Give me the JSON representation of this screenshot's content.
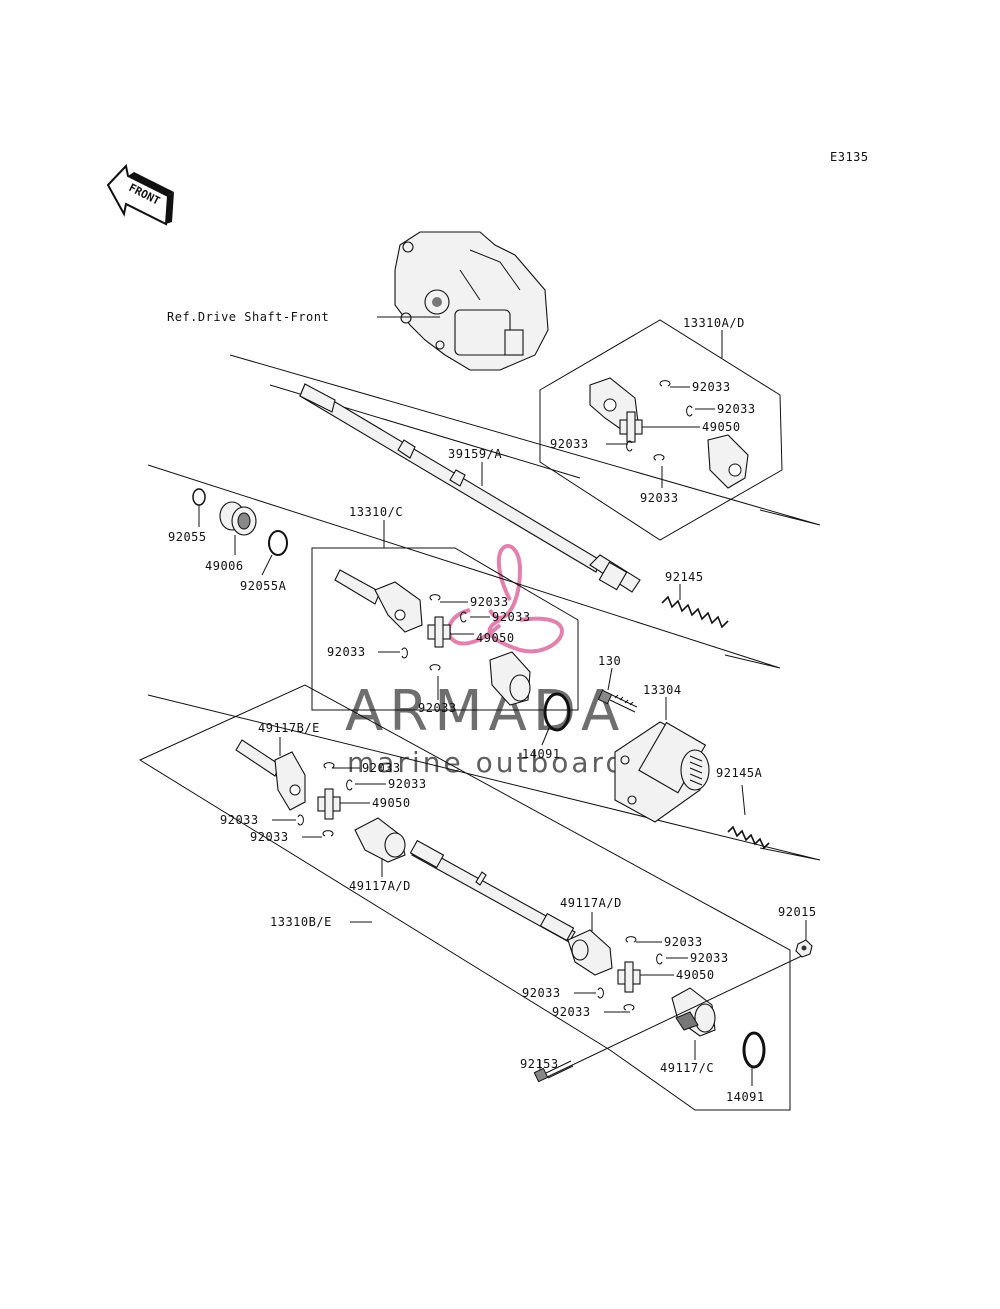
{
  "diagram_code": "E3135",
  "front_arrow_label": "FRONT",
  "reference_label": "Ref.Drive Shaft-Front",
  "watermark": {
    "brand": "ARMADA",
    "tagline": "marine outboards",
    "accent_color": "#e06aa0"
  },
  "labels": {
    "l13310AD": "13310A/D",
    "l92033a": "92033",
    "l92033b": "92033",
    "l49050a": "49050",
    "l92033c": "92033",
    "l92033d": "92033",
    "l39159A": "39159/A",
    "l92055": "92055",
    "l49006": "49006",
    "l92055A": "92055A",
    "l13310C": "13310/C",
    "l92033e": "92033",
    "l92033f": "92033",
    "l49050b": "49050",
    "l92033g": "92033",
    "l92033h": "92033",
    "l92145": "92145",
    "l130": "130",
    "l13304": "13304",
    "l14091a": "14091",
    "l92145A": "92145A",
    "l49117BE": "49117B/E",
    "l92033i": "92033",
    "l92033j": "92033",
    "l49050c": "49050",
    "l92033k": "92033",
    "l92033l": "92033",
    "l49117AD1": "49117A/D",
    "l13310BE": "13310B/E",
    "l49117AD2": "49117A/D",
    "l92015": "92015",
    "l92033m": "92033",
    "l92033n": "92033",
    "l49050d": "49050",
    "l92033o": "92033",
    "l92033p": "92033",
    "l92153": "92153",
    "l49117C": "49117/C",
    "l14091b": "14091"
  }
}
